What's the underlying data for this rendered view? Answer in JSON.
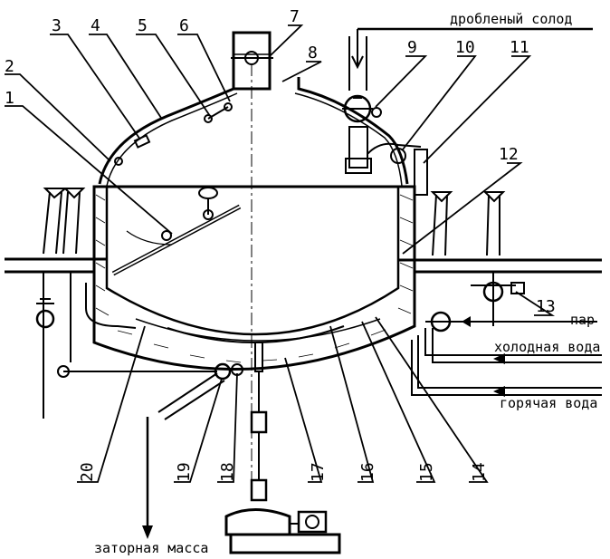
{
  "diagram": {
    "part_numbers": [
      "1",
      "2",
      "3",
      "4",
      "5",
      "6",
      "7",
      "8",
      "9",
      "10",
      "11",
      "12",
      "13",
      "14",
      "15",
      "16",
      "17",
      "18",
      "19",
      "20"
    ],
    "annotations": {
      "malt": "дробленый солод",
      "steam": "пар",
      "cold_water": "холодная вода",
      "hot_water": "горячая вода",
      "mash": "заторная масса"
    }
  }
}
